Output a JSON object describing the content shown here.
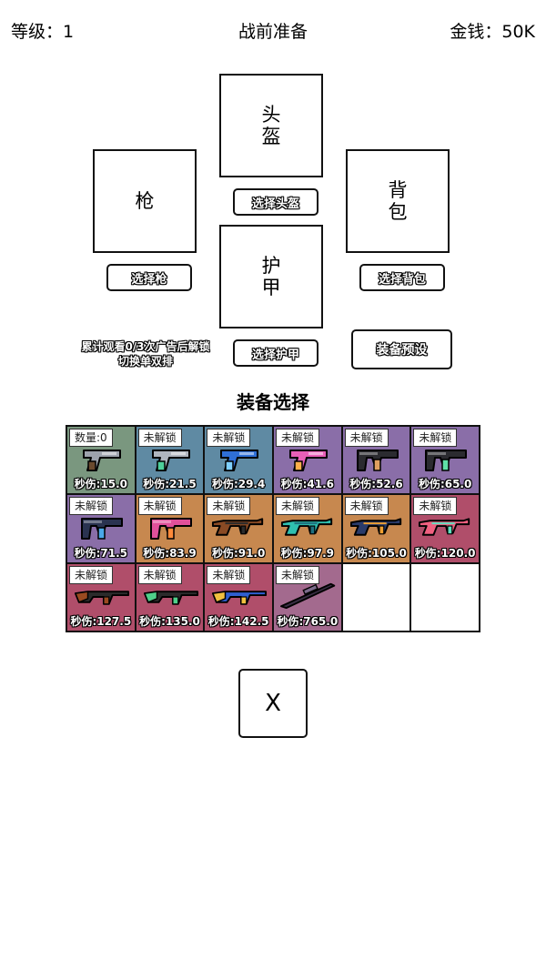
{
  "header": {
    "level": "等级：1",
    "title": "战前准备",
    "gold": "金钱：50K"
  },
  "slots": {
    "helmet": {
      "label": "头盔",
      "button": "选择头盔"
    },
    "gun": {
      "label": "枪",
      "button": "选择枪"
    },
    "backpack": {
      "label": "背包",
      "button": "选择背包"
    },
    "armor": {
      "label": "护甲",
      "button": "选择护甲"
    }
  },
  "ad_note": "累计观看0/3次广告后解锁切换单双排",
  "preset_button": "装备预设",
  "section_title": "装备选择",
  "colors": {
    "green": "#7a977f",
    "blue": "#5f8aa3",
    "purple": "#8a6ea8",
    "orange": "#c7884f",
    "rose": "#b04e6a",
    "mauve": "#a36a8e"
  },
  "items": [
    {
      "tag": "数量:0",
      "dps": "秒伤:15.0",
      "bg": "#7a977f",
      "icon": "pistol-icon",
      "c1": "#9ea3ad",
      "c2": "#6b4a2e"
    },
    {
      "tag": "未解锁",
      "dps": "秒伤:21.5",
      "bg": "#5f8aa3",
      "icon": "pistol-icon",
      "c1": "#b0b6bf",
      "c2": "#4ecf9a"
    },
    {
      "tag": "未解锁",
      "dps": "秒伤:29.4",
      "bg": "#5f8aa3",
      "icon": "pistol-icon",
      "c1": "#2f6fd6",
      "c2": "#7fd0ff"
    },
    {
      "tag": "未解锁",
      "dps": "秒伤:41.6",
      "bg": "#8a6ea8",
      "icon": "pistol-icon",
      "c1": "#e85fb8",
      "c2": "#ffb04a"
    },
    {
      "tag": "未解锁",
      "dps": "秒伤:52.6",
      "bg": "#8a6ea8",
      "icon": "smg-icon",
      "c1": "#2b2b30",
      "c2": "#e0a060"
    },
    {
      "tag": "未解锁",
      "dps": "秒伤:65.0",
      "bg": "#8a6ea8",
      "icon": "smg-icon",
      "c1": "#2b2b30",
      "c2": "#5fe0a8"
    },
    {
      "tag": "未解锁",
      "dps": "秒伤:71.5",
      "bg": "#8a6ea8",
      "icon": "smg-icon",
      "c1": "#2a3350",
      "c2": "#4aa8e8"
    },
    {
      "tag": "未解锁",
      "dps": "秒伤:83.9",
      "bg": "#c7884f",
      "icon": "smg-icon",
      "c1": "#e0509a",
      "c2": "#ff8a3a"
    },
    {
      "tag": "未解锁",
      "dps": "秒伤:91.0",
      "bg": "#c7884f",
      "icon": "rifle-icon",
      "c1": "#8a4a24",
      "c2": "#2b2b2b"
    },
    {
      "tag": "未解锁",
      "dps": "秒伤:97.9",
      "bg": "#c7884f",
      "icon": "rifle-icon",
      "c1": "#2fbfb0",
      "c2": "#1f6f7f"
    },
    {
      "tag": "未解锁",
      "dps": "秒伤:105.0",
      "bg": "#c7884f",
      "icon": "rifle-icon",
      "c1": "#2a3b6a",
      "c2": "#f0a030"
    },
    {
      "tag": "未解锁",
      "dps": "秒伤:120.0",
      "bg": "#b04e6a",
      "icon": "rifle-icon",
      "c1": "#f06080",
      "c2": "#5fe0c0"
    },
    {
      "tag": "未解锁",
      "dps": "秒伤:127.5",
      "bg": "#b04e6a",
      "icon": "ak-icon",
      "c1": "#2b2b2b",
      "c2": "#9a4a20"
    },
    {
      "tag": "未解锁",
      "dps": "秒伤:135.0",
      "bg": "#b04e6a",
      "icon": "ak-icon",
      "c1": "#2b2b2b",
      "c2": "#4fcf8a"
    },
    {
      "tag": "未解锁",
      "dps": "秒伤:142.5",
      "bg": "#b04e6a",
      "icon": "ak-icon",
      "c1": "#2f5fd0",
      "c2": "#f0c040"
    },
    {
      "tag": "未解锁",
      "dps": "秒伤:765.0",
      "bg": "#a36a8e",
      "icon": "sniper-icon",
      "c1": "#3a2f45",
      "c2": "#7a6a8a"
    }
  ],
  "close_button": "X"
}
